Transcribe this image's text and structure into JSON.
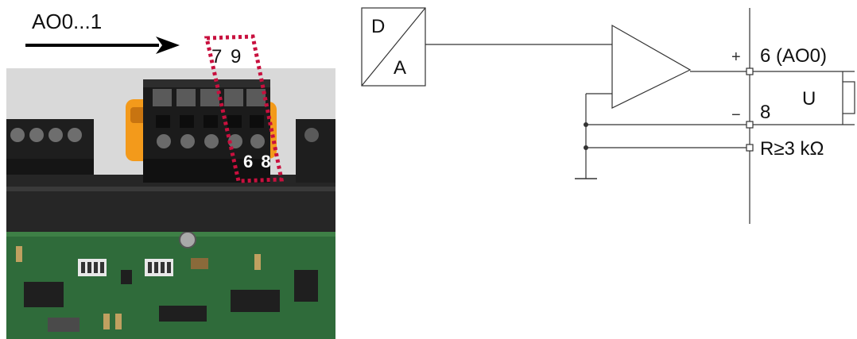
{
  "photo": {
    "signal_label": "AO0...1",
    "top_terminals": "7 9",
    "bottom_terminals": "6 8",
    "highlight_color": "#c8103e"
  },
  "schematic": {
    "dac_top": "D",
    "dac_bottom": "A",
    "plus_sign": "+",
    "minus_sign": "−",
    "pin_6": "6 (AO0)",
    "pin_8": "8",
    "voltage": "U",
    "load": "R≥3 kΩ"
  }
}
